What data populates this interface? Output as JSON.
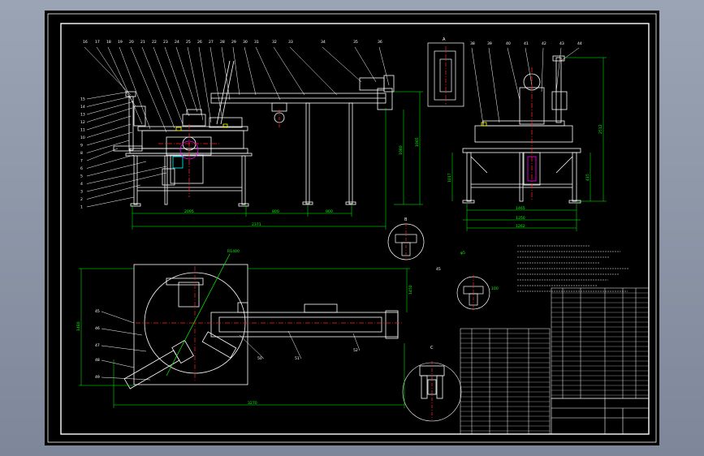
{
  "drawing": {
    "background": "#000000",
    "colors": {
      "frame": "#ffffff",
      "part": "#ffffff",
      "dimension": "#00ff00",
      "centerline": "#ff2020",
      "hidden": "#ff00ff",
      "highlight": "#ffff00",
      "accent": "#00ffff"
    },
    "views": {
      "front": {
        "name": "front-elevation"
      },
      "side": {
        "name": "side-elevation"
      },
      "top": {
        "name": "plan-view"
      },
      "detail_a": {
        "label": "A"
      },
      "detail_b": {
        "label": "B"
      },
      "detail_c": {
        "label": "C"
      }
    },
    "front_balloons": [
      "1",
      "2",
      "3",
      "4",
      "5",
      "6",
      "7",
      "8",
      "9",
      "10",
      "11",
      "12",
      "13",
      "14",
      "15",
      "16",
      "17",
      "18",
      "19",
      "20",
      "21",
      "22",
      "23",
      "24",
      "25",
      "26",
      "27",
      "28",
      "29",
      "30",
      "31",
      "32",
      "33",
      "34",
      "35",
      "36"
    ],
    "side_balloons": [
      "38",
      "39",
      "40",
      "41",
      "42",
      "43",
      "44"
    ],
    "plan_balloons": [
      "45",
      "46",
      "47",
      "48",
      "49",
      "50",
      "51",
      "52"
    ],
    "front_dims": [
      "2095",
      "800",
      "900",
      "2371",
      "1080",
      "1065"
    ],
    "side_dims": [
      "1465",
      "1350",
      "1262",
      "1017",
      "415",
      "2512"
    ],
    "plan_dims": [
      "3270",
      "1480",
      "1450",
      "R1400"
    ],
    "detail_dims": [
      "φ5",
      "45",
      "100"
    ]
  }
}
